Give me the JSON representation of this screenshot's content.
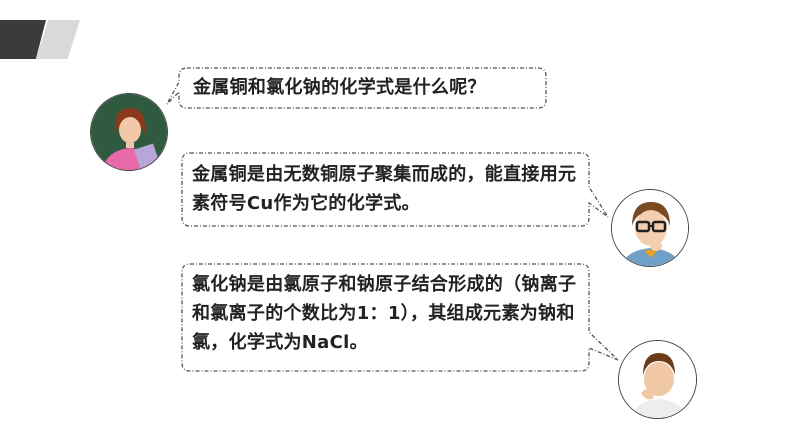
{
  "bubbles": {
    "teacher_question": "金属铜和氯化钠的化学式是什么呢？",
    "boy1_answer": "金属铜是由无数铜原子聚集而成的，能直接用元素符号Cu作为它的化学式。",
    "boy2_answer": "氯化钠是由氯原子和钠原子结合形成的（钠离子和氯离子的个数比为1：1），其组成元素为钠和氯，化学式为NaCl。"
  },
  "avatars": [
    "teacher-avatar",
    "boy-glasses-avatar",
    "boy-thinking-avatar"
  ]
}
